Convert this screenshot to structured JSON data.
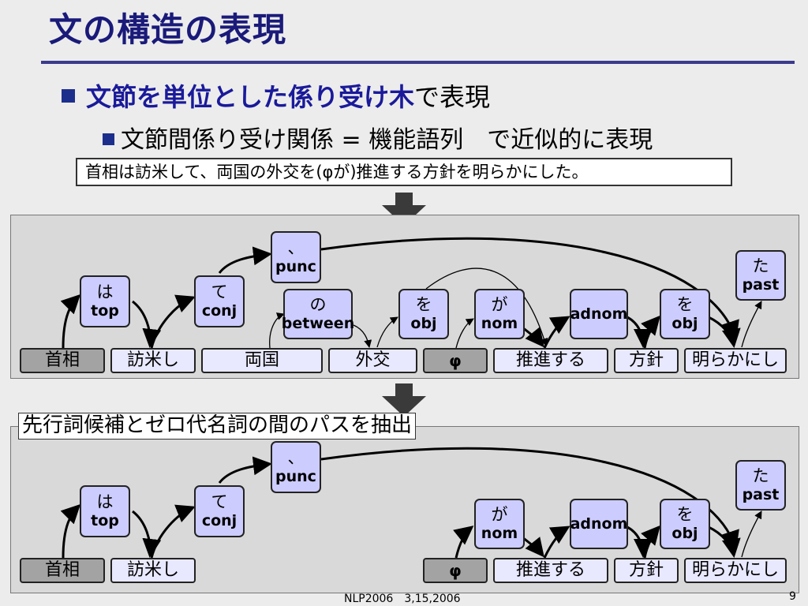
{
  "title": "文の構造の表現",
  "bullets": {
    "level1_emphasis": "文節を単位とした係り受け木",
    "level1_rest": "で表現",
    "level2": "文節間係り受け関係 = 機能語列　で近似的に表現"
  },
  "sentence": "首相は訪米して、両国の外交を(φが)推進する方針を明らかにした。",
  "panel2_caption": "先行詞候補とゼロ代名詞の間のパスを抽出",
  "panel1": {
    "words": [
      "首相",
      "訪米し",
      "両国",
      "外交",
      "φ",
      "推進する",
      "方針",
      "明らかにし"
    ],
    "nodes": [
      {
        "top": "は",
        "label": "top"
      },
      {
        "top": "て",
        "label": "conj"
      },
      {
        "top": "、",
        "label": "punc"
      },
      {
        "top": "の",
        "label": "between"
      },
      {
        "top": "を",
        "label": "obj"
      },
      {
        "top": "が",
        "label": "nom"
      },
      {
        "top": "",
        "label": "adnom"
      },
      {
        "top": "を",
        "label": "obj"
      },
      {
        "top": "た",
        "label": "past"
      }
    ]
  },
  "panel2": {
    "words": [
      "首相",
      "訪米し",
      "φ",
      "推進する",
      "方針",
      "明らかにし"
    ],
    "nodes": [
      {
        "top": "は",
        "label": "top"
      },
      {
        "top": "て",
        "label": "conj"
      },
      {
        "top": "、",
        "label": "punc"
      },
      {
        "top": "が",
        "label": "nom"
      },
      {
        "top": "",
        "label": "adnom"
      },
      {
        "top": "を",
        "label": "obj"
      },
      {
        "top": "た",
        "label": "past"
      }
    ]
  },
  "footer": "NLP2006　3,15,2006",
  "page_number": "9",
  "colors": {
    "title": "#1a1a7a",
    "bullet_square": "#1c2e8c",
    "node_fill": "#ccccff",
    "word_fill": "#e8e8ff",
    "highlight_word_fill": "#a3a3a3"
  }
}
